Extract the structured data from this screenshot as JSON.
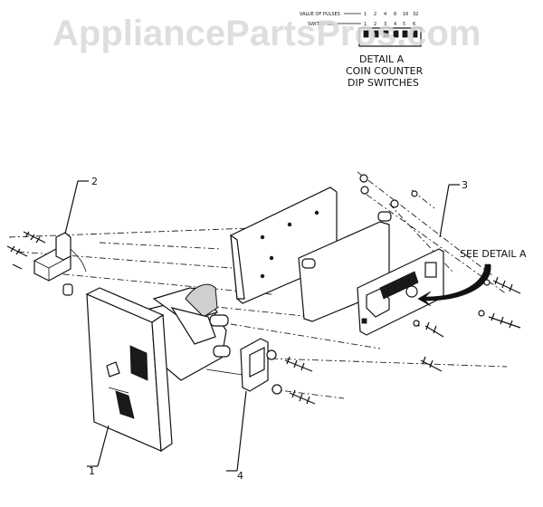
{
  "watermark": "AppliancePartsPros.com",
  "detail_a": {
    "row1_label": "VALUE OF PULSES",
    "row1_values": [
      "1",
      "2",
      "4",
      "8",
      "16",
      "32"
    ],
    "row2_label": "SWITCH NO.",
    "row2_values": [
      "1",
      "2",
      "3",
      "4",
      "5",
      "6"
    ],
    "caption_line1": "DETAIL A",
    "caption_line2": "COIN COUNTER",
    "caption_line3": "DIP SWITCHES"
  },
  "callouts": {
    "part1": "1",
    "part2": "2",
    "part3": "3",
    "part4": "4",
    "see_detail": "SEE DETAIL A"
  }
}
